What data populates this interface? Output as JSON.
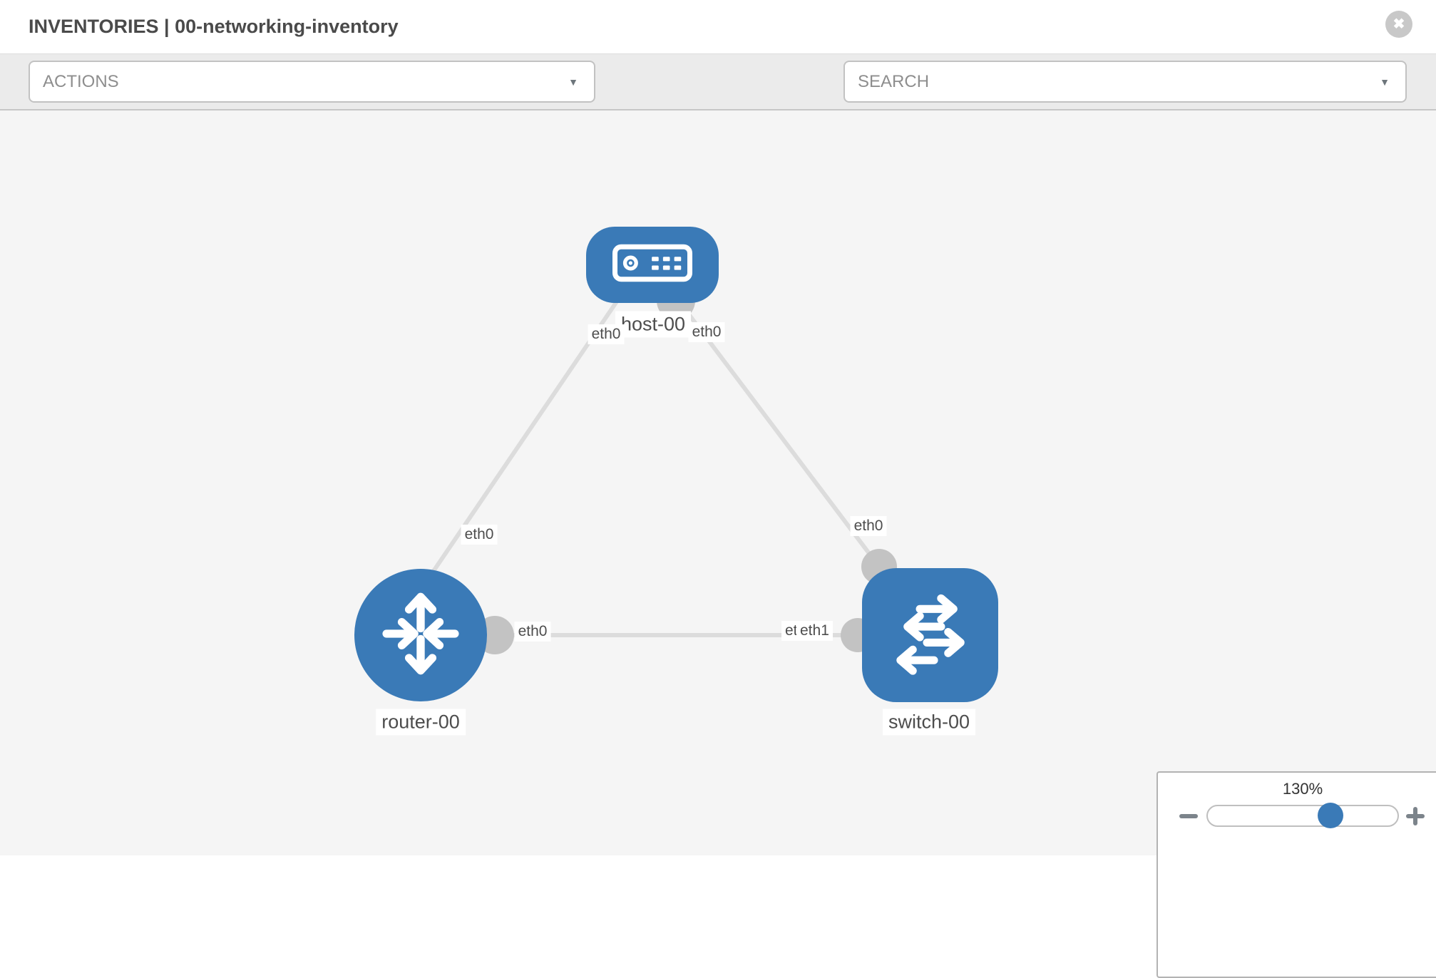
{
  "window": {
    "title": "INVENTORIES | 00-networking-inventory"
  },
  "toolbar": {
    "actions_label": "ACTIONS",
    "search_label": "SEARCH"
  },
  "icons": {
    "close": "✖",
    "caret": "▼",
    "wrench": "svg-wrench-shape",
    "key": "svg-key-shape",
    "zoom_out": "minus-bar-shape",
    "zoom_in": "plus-bars-shape",
    "host": "svg-server-glyph",
    "router": "svg-four-arrows-glyph",
    "switch": "svg-switch-arrows-glyph"
  },
  "topology": {
    "nodes": [
      {
        "label": "host-00",
        "type": "host"
      },
      {
        "label": "router-00",
        "type": "router"
      },
      {
        "label": "switch-00",
        "type": "switch"
      }
    ],
    "links": [
      {
        "from": "host-00",
        "to": "router-00",
        "from_interface": "eth0",
        "to_interface": "eth0"
      },
      {
        "from": "host-00",
        "to": "switch-00",
        "from_interface": "eth0",
        "to_interface": "eth0"
      },
      {
        "from": "router-00",
        "to": "switch-00",
        "from_interface": "eth0",
        "to_interface": "eth1"
      }
    ],
    "interface_labels": [
      "eth0",
      "eth0",
      "eth0",
      "eth0",
      "eth0",
      "eth0",
      "eth1"
    ]
  },
  "zoom_control": {
    "level": "130%"
  },
  "colors": {
    "node_blue": "#3a7ab7",
    "edge_gray": "#dcdcdc",
    "port_gray": "#c3c3c3",
    "canvas_bg": "#f5f5f5",
    "toolbar_bg": "#ebebeb",
    "icon_gray": "#7c848b"
  }
}
